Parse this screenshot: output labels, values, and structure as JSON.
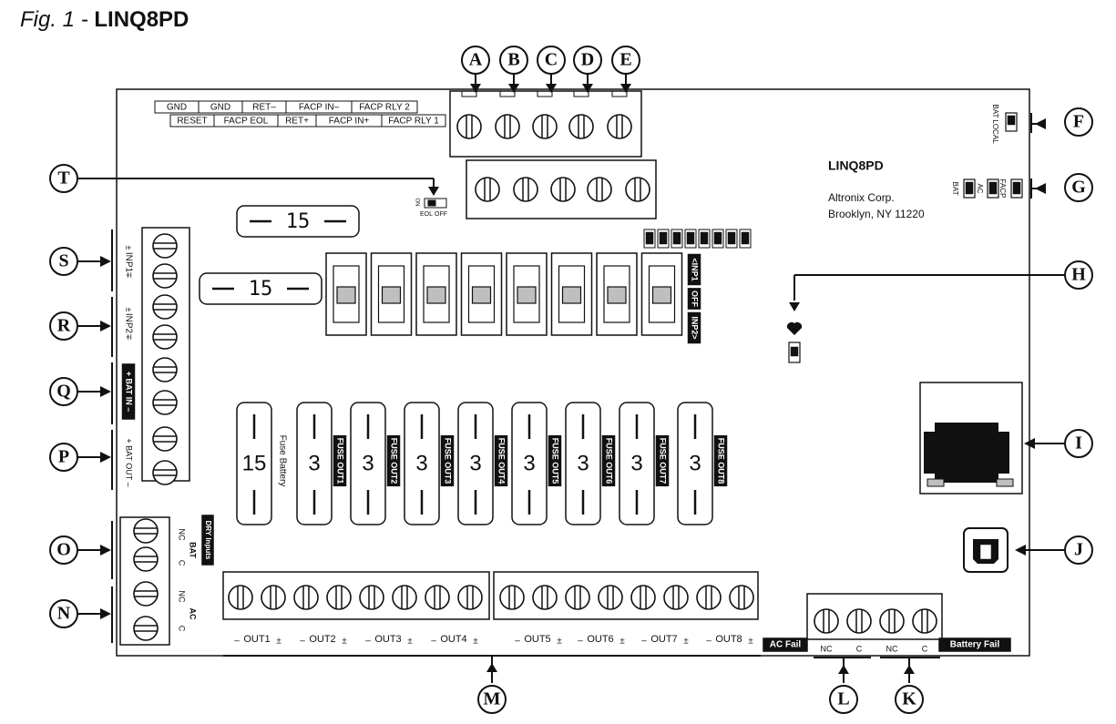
{
  "figure": {
    "caption": "Fig. 1 - ",
    "model": "LINQ8PD"
  },
  "board": {
    "model": "LINQ8PD",
    "maker": "Altronix Corp.",
    "city": "Brooklyn, NY 11220",
    "colors": {
      "outline": "#111111",
      "fill": "#ffffff",
      "gray": "#bfbfbf",
      "label_bg": "#111111"
    }
  },
  "callouts": [
    "A",
    "B",
    "C",
    "D",
    "E",
    "F",
    "G",
    "H",
    "I",
    "J",
    "K",
    "L",
    "M",
    "N",
    "O",
    "P",
    "Q",
    "R",
    "S",
    "T"
  ],
  "top_labels": {
    "row1": [
      "GND",
      "GND",
      "RET–",
      "FACP IN–",
      "FACP RLY 2"
    ],
    "row2": [
      "RESET",
      "FACP EOL",
      "RET+",
      "FACP IN+",
      "FACP RLY 1"
    ]
  },
  "eol_switch": {
    "on_label": "ON",
    "left": "EOL",
    "right": "OFF"
  },
  "bat_local": "BAT LOCAL",
  "leds": {
    "bat": "BAT",
    "ac": "AC",
    "facp": "FACP"
  },
  "ptc_fuses": [
    "15",
    "15"
  ],
  "selector": {
    "inp1": "<INP1",
    "off": "OFF",
    "inp2": "INP2>"
  },
  "left_terminals": {
    "inp1": "INP1",
    "inp2": "INP2",
    "bat_in": "+ BAT IN –",
    "bat_out": "+ BAT OUT –",
    "polarity_plus": "±",
    "polarity_minus": "∓"
  },
  "dry_inputs": {
    "title": "DRY Inputs",
    "nc": "NC",
    "c": "C",
    "bat": "BAT",
    "ac": "AC"
  },
  "fuses": [
    {
      "value": "15",
      "label": "Fuse Battery"
    },
    {
      "value": "3",
      "label": "FUSE OUT1"
    },
    {
      "value": "3",
      "label": "FUSE OUT2"
    },
    {
      "value": "3",
      "label": "FUSE OUT3"
    },
    {
      "value": "3",
      "label": "FUSE OUT4"
    },
    {
      "value": "3",
      "label": "FUSE OUT5"
    },
    {
      "value": "3",
      "label": "FUSE OUT6"
    },
    {
      "value": "3",
      "label": "FUSE OUT7"
    },
    {
      "value": "3",
      "label": "FUSE OUT8"
    }
  ],
  "outputs": [
    "OUT1",
    "OUT2",
    "OUT3",
    "OUT4",
    "OUT5",
    "OUT6",
    "OUT7",
    "OUT8"
  ],
  "out_minus": "–",
  "out_plus": "±",
  "relays": {
    "ac_fail": "AC Fail",
    "battery_fail": "Battery Fail",
    "nc": "NC",
    "c": "C"
  }
}
